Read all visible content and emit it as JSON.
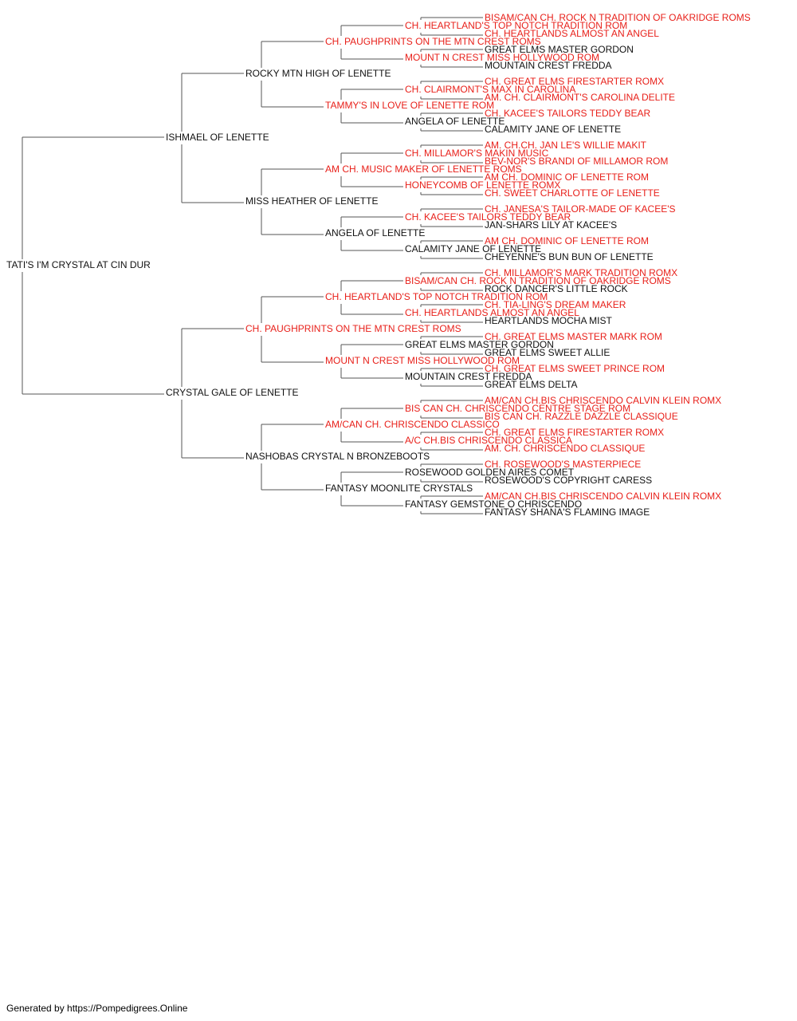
{
  "colors": {
    "titled": "#e8201a",
    "plain": "#111111",
    "line": "#555555"
  },
  "pedigree": {
    "name": "TATI'S I'M CRYSTAL AT CIN DUR",
    "titled": false,
    "sire": {
      "name": "ISHMAEL OF LENETTE",
      "titled": false,
      "sire": {
        "name": "ROCKY MTN HIGH OF LENETTE",
        "titled": false,
        "sire": {
          "name": "CH. PAUGHPRINTS ON THE MTN CREST ROMS",
          "titled": true,
          "sire": {
            "name": "CH. HEARTLAND'S TOP NOTCH TRADITION ROM",
            "titled": true,
            "sire": {
              "name": "BISAM/CAN CH. ROCK N TRADITION OF OAKRIDGE ROMS",
              "titled": true
            },
            "dam": {
              "name": "CH. HEARTLANDS ALMOST AN ANGEL",
              "titled": true
            }
          },
          "dam": {
            "name": "MOUNT N CREST MISS HOLLYWOOD ROM",
            "titled": true,
            "sire": {
              "name": "GREAT ELMS MASTER GORDON",
              "titled": false
            },
            "dam": {
              "name": "MOUNTAIN CREST FREDDA",
              "titled": false
            }
          }
        },
        "dam": {
          "name": "TAMMY'S IN LOVE OF LENETTE ROM",
          "titled": true,
          "sire": {
            "name": "CH. CLAIRMONT'S MAX IN CAROLINA",
            "titled": true,
            "sire": {
              "name": "CH. GREAT ELMS FIRESTARTER ROMX",
              "titled": true
            },
            "dam": {
              "name": "AM. CH. CLAIRMONT'S CAROLINA DELITE",
              "titled": true
            }
          },
          "dam": {
            "name": "ANGELA OF LENETTE",
            "titled": false,
            "sire": {
              "name": "CH. KACEE'S TAILORS TEDDY BEAR",
              "titled": true
            },
            "dam": {
              "name": "CALAMITY JANE OF LENETTE",
              "titled": false
            }
          }
        }
      },
      "dam": {
        "name": "MISS HEATHER OF LENETTE",
        "titled": false,
        "sire": {
          "name": "AM CH. MUSIC MAKER OF LENETTE ROMS",
          "titled": true,
          "sire": {
            "name": "CH. MILLAMOR'S MAKIN MUSIC",
            "titled": true,
            "sire": {
              "name": "AM. CH.CH. JAN LE'S WILLIE MAKIT",
              "titled": true
            },
            "dam": {
              "name": "BEV-NOR'S BRANDI OF MILLAMOR ROM",
              "titled": true
            }
          },
          "dam": {
            "name": "HONEYCOMB OF LENETTE ROMX",
            "titled": true,
            "sire": {
              "name": "AM CH. DOMINIC OF LENETTE ROM",
              "titled": true
            },
            "dam": {
              "name": "CH. SWEET CHARLOTTE OF LENETTE",
              "titled": true
            }
          }
        },
        "dam": {
          "name": "ANGELA OF LENETTE",
          "titled": false,
          "sire": {
            "name": "CH. KACEE'S TAILORS TEDDY BEAR",
            "titled": true,
            "sire": {
              "name": "CH. JANESA'S TAILOR-MADE OF KACEE'S",
              "titled": true
            },
            "dam": {
              "name": "JAN-SHARS LILY AT KACEE'S",
              "titled": false
            }
          },
          "dam": {
            "name": "CALAMITY JANE OF LENETTE",
            "titled": false,
            "sire": {
              "name": "AM CH. DOMINIC OF LENETTE ROM",
              "titled": true
            },
            "dam": {
              "name": "CHEYENNE'S BUN BUN OF LENETTE",
              "titled": false
            }
          }
        }
      }
    },
    "dam": {
      "name": "CRYSTAL GALE OF LENETTE",
      "titled": false,
      "sire": {
        "name": "CH. PAUGHPRINTS ON THE MTN CREST ROMS",
        "titled": true,
        "sire": {
          "name": "CH. HEARTLAND'S TOP NOTCH TRADITION ROM",
          "titled": true,
          "sire": {
            "name": "BISAM/CAN CH. ROCK N TRADITION OF OAKRIDGE ROMS",
            "titled": true,
            "sire": {
              "name": "CH. MILLAMOR'S MARK TRADITION ROMX",
              "titled": true
            },
            "dam": {
              "name": "ROCK DANCER'S LITTLE ROCK",
              "titled": false
            }
          },
          "dam": {
            "name": "CH. HEARTLANDS ALMOST AN ANGEL",
            "titled": true,
            "sire": {
              "name": "CH. TIA-LING'S DREAM MAKER",
              "titled": true
            },
            "dam": {
              "name": "HEARTLANDS MOCHA MIST",
              "titled": false
            }
          }
        },
        "dam": {
          "name": "MOUNT N CREST MISS HOLLYWOOD ROM",
          "titled": true,
          "sire": {
            "name": "GREAT ELMS MASTER GORDON",
            "titled": false,
            "sire": {
              "name": "CH. GREAT ELMS MASTER MARK ROM",
              "titled": true
            },
            "dam": {
              "name": "GREAT ELMS SWEET ALLIE",
              "titled": false
            }
          },
          "dam": {
            "name": "MOUNTAIN CREST FREDDA",
            "titled": false,
            "sire": {
              "name": "CH. GREAT ELMS SWEET PRINCE ROM",
              "titled": true
            },
            "dam": {
              "name": "GREAT ELMS DELTA",
              "titled": false
            }
          }
        }
      },
      "dam": {
        "name": "NASHOBAS CRYSTAL N BRONZEBOOTS",
        "titled": false,
        "sire": {
          "name": "AM/CAN CH. CHRISCENDO CLASSICO",
          "titled": true,
          "sire": {
            "name": "BIS CAN CH. CHRISCENDO CENTRE STAGE ROM",
            "titled": true,
            "sire": {
              "name": "AM/CAN CH.BIS CHRISCENDO CALVIN KLEIN ROMX",
              "titled": true
            },
            "dam": {
              "name": "BIS CAN CH. RAZZLE DAZZLE CLASSIQUE",
              "titled": true
            }
          },
          "dam": {
            "name": "A/C CH.BIS CHRISCENDO CLASSICA",
            "titled": true,
            "sire": {
              "name": "CH. GREAT ELMS FIRESTARTER ROMX",
              "titled": true
            },
            "dam": {
              "name": "AM. CH. CHRISCENDO CLASSIQUE",
              "titled": true
            }
          }
        },
        "dam": {
          "name": "FANTASY MOONLITE CRYSTALS",
          "titled": false,
          "sire": {
            "name": "ROSEWOOD GOLDEN AIRES COMET",
            "titled": false,
            "sire": {
              "name": "CH. ROSEWOOD'S MASTERPIECE",
              "titled": true
            },
            "dam": {
              "name": "ROSEWOOD'S COPYRIGHT CARESS",
              "titled": false
            }
          },
          "dam": {
            "name": "FANTASY GEMSTONE O CHRISCENDO",
            "titled": false,
            "sire": {
              "name": "AM/CAN CH.BIS CHRISCENDO CALVIN KLEIN ROMX",
              "titled": true
            },
            "dam": {
              "name": "FANTASY SHANA'S FLAMING IMAGE",
              "titled": false
            }
          }
        }
      }
    }
  },
  "footer": "Generated by https://Pompedigrees.Online"
}
